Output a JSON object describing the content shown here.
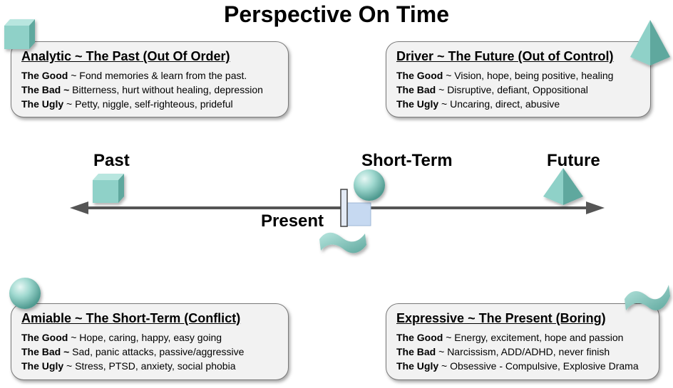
{
  "title": "Perspective On Time",
  "timeline": {
    "past": "Past",
    "short_term": "Short-Term",
    "future": "Future",
    "present": "Present"
  },
  "cards": {
    "analytic": {
      "title": "Analytic ~ The Past  (Out Of Order)",
      "good_k": "The Good",
      "good_v": " ~ Fond memories & learn from the past.",
      "bad_k": "The Bad ~",
      "bad_v": " Bitterness, hurt without healing, depression",
      "ugly_k": "The Ugly",
      "ugly_v": " ~ Petty, niggle, self-righteous, prideful",
      "icon": "cube-icon"
    },
    "driver": {
      "title": "Driver ~ The Future  (Out of Control)",
      "good_k": "The Good",
      "good_v": " ~ Vision, hope, being positive, healing",
      "bad_k": "The Bad",
      "bad_v": " ~ Disruptive, defiant, Oppositional",
      "ugly_k": "The Ugly",
      "ugly_v": " ~ Uncaring, direct, abusive",
      "icon": "pyramid-icon"
    },
    "amiable": {
      "title": "Amiable ~ The Short-Term (Conflict)",
      "good_k": "The Good",
      "good_v": " ~ Hope, caring, happy, easy going",
      "bad_k": "The Bad ~",
      "bad_v": " Sad, panic attacks, passive/aggressive",
      "ugly_k": "The Ugly",
      "ugly_v": " ~ Stress, PTSD, anxiety, social phobia",
      "icon": "sphere-icon"
    },
    "expressive": {
      "title": "Expressive ~ The Present  (Boring)",
      "good_k": "The Good",
      "good_v": " ~ Energy, excitement, hope and passion",
      "bad_k": "The Bad",
      "bad_v": " ~ Narcissism, ADD/ADHD, never finish",
      "ugly_k": "The Ugly",
      "ugly_v": " ~ Obsessive - Compulsive, Explosive Drama",
      "icon": "wave-icon"
    }
  },
  "colors": {
    "shape": "#8fd1c8",
    "shape_dark": "#5fa89e",
    "arrow": "#555555",
    "card_bg": "#f2f2f2"
  }
}
